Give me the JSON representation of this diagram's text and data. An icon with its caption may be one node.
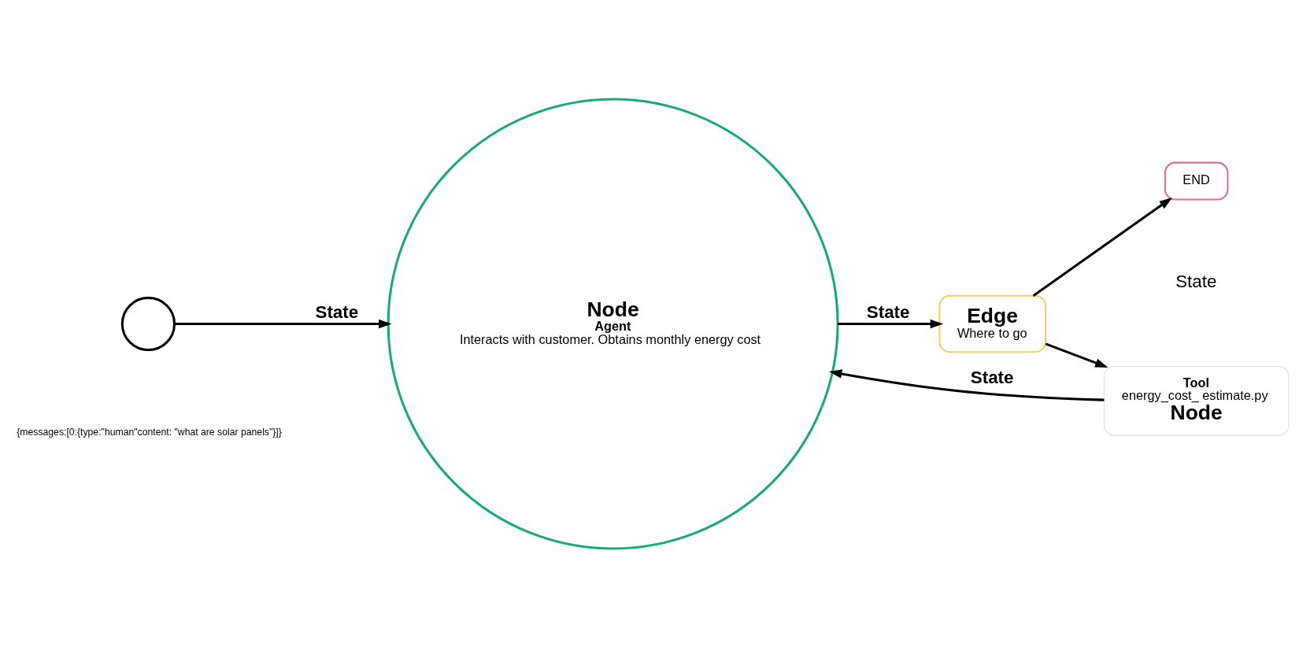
{
  "diagram": {
    "nodes": [
      {
        "text": [],
        "shape": "person"
      },
      {
        "text": [
          "Node",
          "Agent",
          "Interacts with customer. Obtains monthly energy cost"
        ]
      },
      {
        "text": [
          "Edge",
          "Where to go"
        ]
      },
      {
        "text": [
          "END"
        ]
      },
      {
        "text": [
          "Tool",
          "energy_cost_ estimate.py",
          "Node"
        ]
      }
    ],
    "edges": [
      {
        "from": 0,
        "to": 1,
        "label": "State",
        "arrow": "to"
      },
      {
        "from": 1,
        "to": 2,
        "label": "State",
        "arrow": "to"
      },
      {
        "from": 2,
        "to": 3,
        "arrow": "to"
      },
      {
        "from": 2,
        "to": 4,
        "arrow": "to"
      },
      {
        "from": 4,
        "to": 1,
        "label": "State",
        "arrow": "to"
      }
    ],
    "labels": [
      "{messages:[0:{type:\"human\"content: \"what are solar panels\"}]}",
      "State"
    ]
  }
}
